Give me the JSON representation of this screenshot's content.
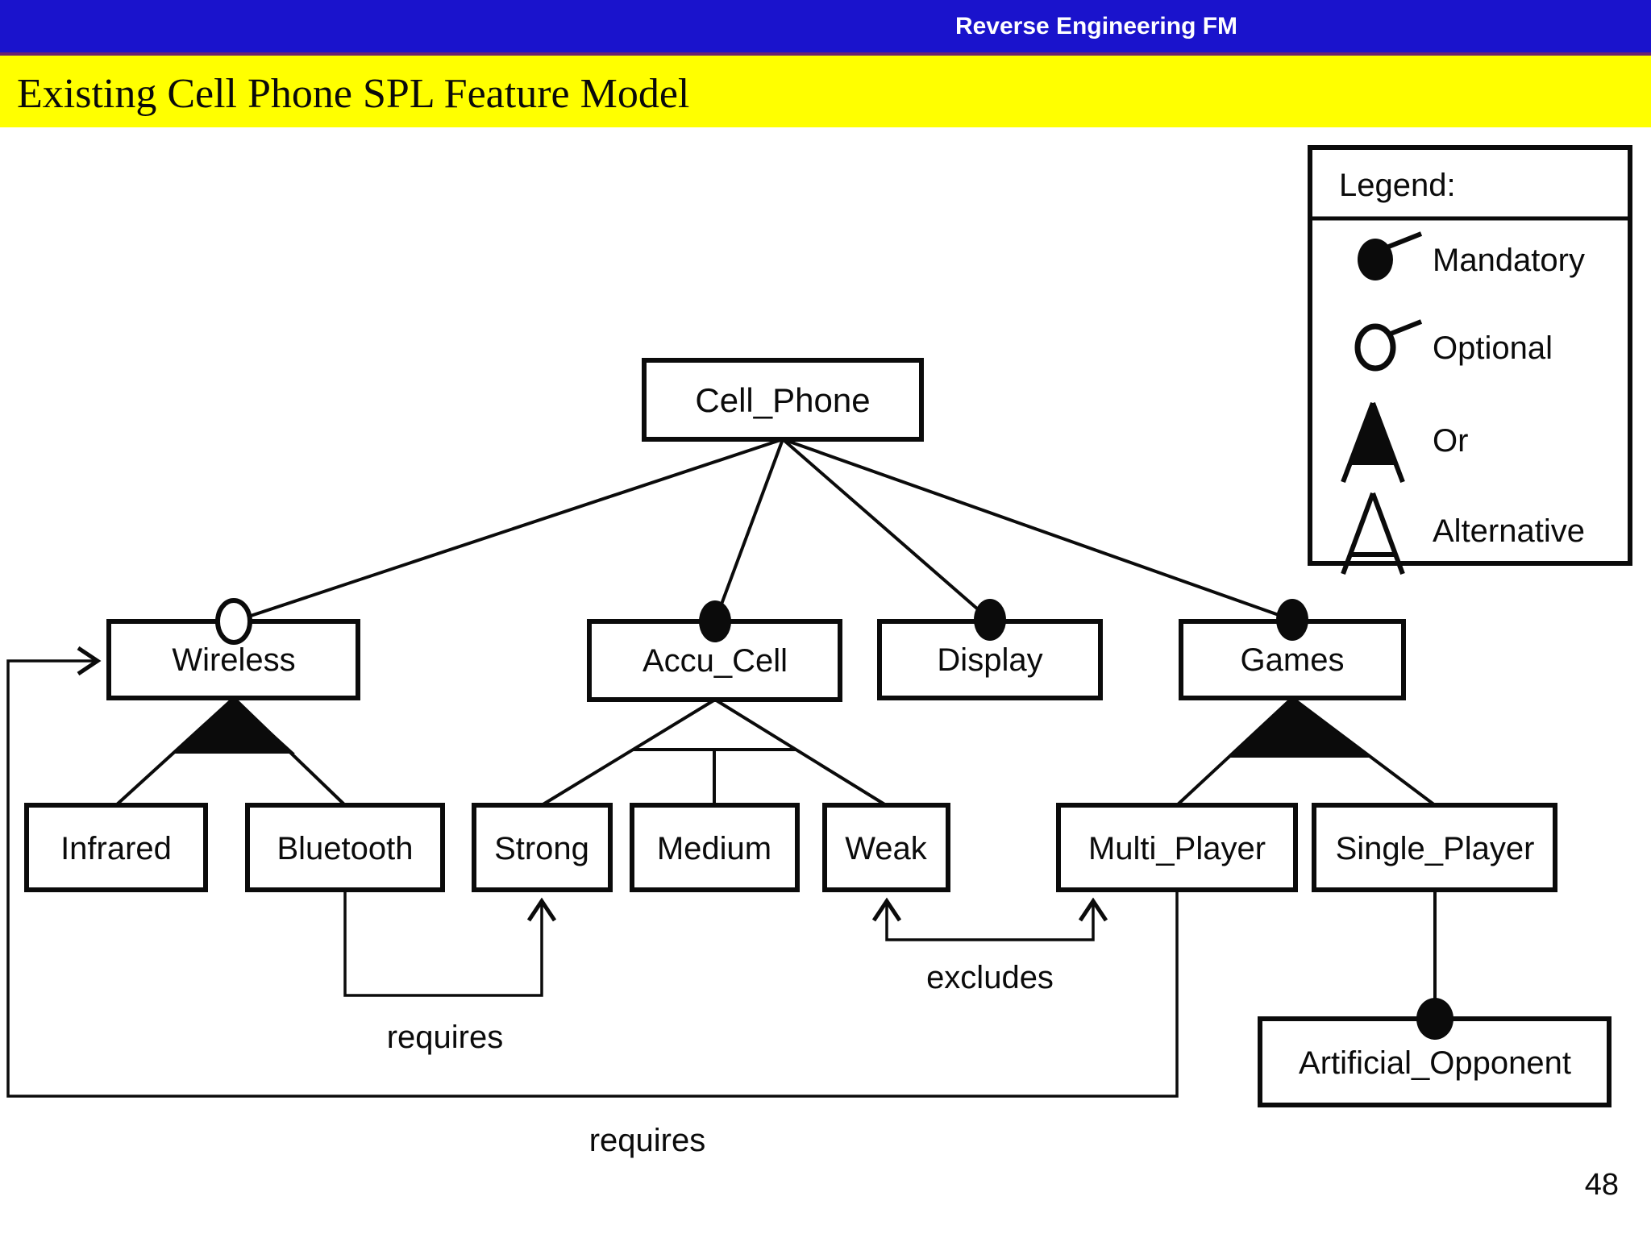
{
  "header": {
    "label": "Reverse Engineering FM"
  },
  "title": {
    "text": "Existing Cell Phone SPL Feature Model"
  },
  "page": {
    "number": "48"
  },
  "colors": {
    "header_bar": "#1a13cc",
    "header_seam": "#6b2470",
    "title_bar": "#ffff00",
    "ink": "#0b0b0b",
    "background": "#ffffff"
  },
  "legend": {
    "title": "Legend:",
    "items": [
      {
        "icon": "mandatory-icon",
        "label": "Mandatory"
      },
      {
        "icon": "optional-icon",
        "label": "Optional"
      },
      {
        "icon": "or-icon",
        "label": "Or"
      },
      {
        "icon": "alternative-icon",
        "label": "Alternative"
      }
    ]
  },
  "diagram": {
    "nodes": {
      "cell_phone": {
        "label": "Cell_Phone",
        "type": "root"
      },
      "wireless": {
        "label": "Wireless",
        "relation": "optional",
        "children_group": "or"
      },
      "accu_cell": {
        "label": "Accu_Cell",
        "relation": "mandatory",
        "children_group": "alternative"
      },
      "display": {
        "label": "Display",
        "relation": "mandatory"
      },
      "games": {
        "label": "Games",
        "relation": "mandatory",
        "children_group": "or"
      },
      "infrared": {
        "label": "Infrared",
        "parent": "Wireless"
      },
      "bluetooth": {
        "label": "Bluetooth",
        "parent": "Wireless"
      },
      "strong": {
        "label": "Strong",
        "parent": "Accu_Cell"
      },
      "medium": {
        "label": "Medium",
        "parent": "Accu_Cell"
      },
      "weak": {
        "label": "Weak",
        "parent": "Accu_Cell"
      },
      "multi_player": {
        "label": "Multi_Player",
        "parent": "Games"
      },
      "single_player": {
        "label": "Single_Player",
        "parent": "Games"
      },
      "artificial_opponent": {
        "label": "Artificial_Opponent",
        "relation": "mandatory",
        "parent": "Single_Player"
      }
    },
    "constraints": [
      {
        "from": "Bluetooth",
        "to": "Strong",
        "label": "requires",
        "bidirectional": false
      },
      {
        "from": "Weak",
        "to": "Multi_Player",
        "label": "excludes",
        "bidirectional": true
      },
      {
        "from": "Multi_Player",
        "to": "Wireless",
        "label": "requires",
        "bidirectional": false
      }
    ]
  }
}
